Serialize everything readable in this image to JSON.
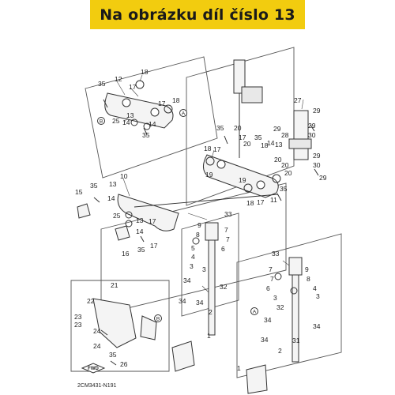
{
  "banner": {
    "text": "Na obrázku díl číslo 13",
    "color": "#f2cc0f"
  },
  "diagram_code": "2CM3431-N191",
  "fwd_label": "FWD",
  "ref_markers": [
    "A",
    "B"
  ],
  "part_labels": [
    "1",
    "2",
    "3",
    "4",
    "5",
    "6",
    "7",
    "8",
    "9",
    "10",
    "11",
    "12",
    "13",
    "14",
    "15",
    "16",
    "17",
    "18",
    "19",
    "20",
    "21",
    "22",
    "23",
    "24",
    "25",
    "26",
    "27",
    "28",
    "29",
    "30",
    "31",
    "32",
    "33",
    "34",
    "35"
  ]
}
